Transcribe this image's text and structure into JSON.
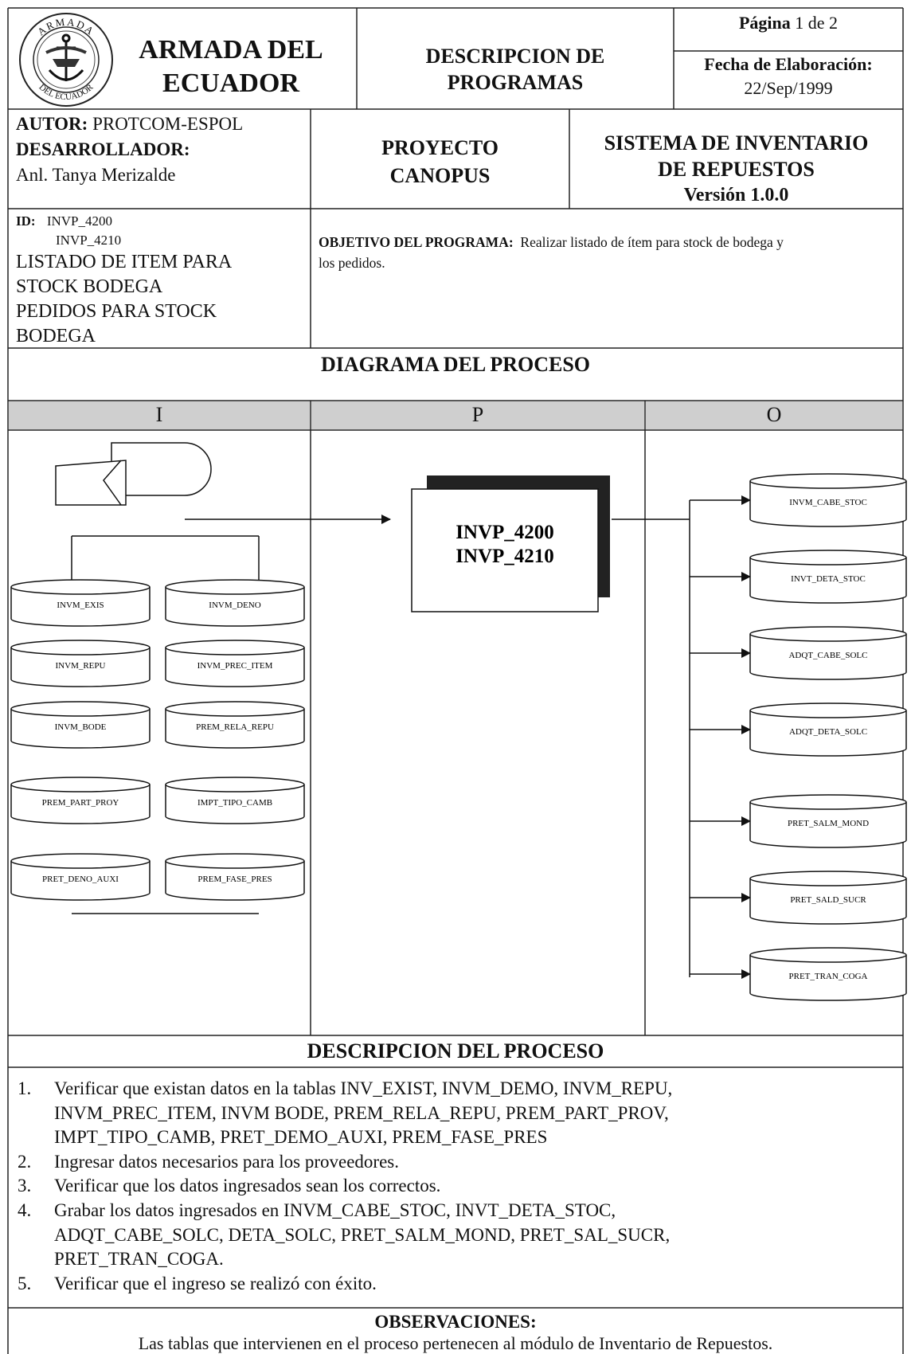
{
  "header": {
    "org_line1": "ARMADA DEL",
    "org_line2": "ECUADOR",
    "seal_top": "ARMADA",
    "seal_bottom": "DEL ECUADOR",
    "doc_type_line1": "DESCRIPCION DE",
    "doc_type_line2": "PROGRAMAS",
    "page_label": "Página",
    "page_value": "1 de 2",
    "date_label": "Fecha de Elaboración:",
    "date_value": "22/Sep/1999"
  },
  "authors": {
    "autor_label": "AUTOR:",
    "autor_value": "PROTCOM-ESPOL",
    "dev_label": "DESARROLLADOR:",
    "dev_value": "Anl. Tanya Merizalde",
    "project_line1": "PROYECTO",
    "project_line2": "CANOPUS",
    "system_line1": "SISTEMA DE INVENTARIO",
    "system_line2": "DE REPUESTOS",
    "version": "Versión 1.0.0"
  },
  "program": {
    "id_label": "ID:",
    "ids": [
      "INVP_4200",
      "INVP_4210"
    ],
    "name_lines": [
      "LISTADO DE ITEM PARA",
      "STOCK BODEGA",
      "PEDIDOS  PARA STOCK",
      "BODEGA"
    ],
    "objective_label": "OBJETIVO DEL PROGRAMA:",
    "objective_line1": "Realizar  listado de ítem para stock de bodega y",
    "objective_line2": "los pedidos."
  },
  "diagram": {
    "title": "DIAGRAMA DEL PROCESO",
    "col_i": "I",
    "col_p": "P",
    "col_o": "O",
    "program_ids": [
      "INVP_4200",
      "INVP_4210"
    ],
    "input_tables": [
      "INVM_EXIS",
      "INVM_DENO",
      "INVM_REPU",
      "INVM_PREC_ITEM",
      "INVM_BODE",
      "PREM_RELA_REPU",
      "PREM_PART_PROY",
      "IMPT_TIPO_CAMB",
      "PRET_DENO_AUXI",
      "PREM_FASE_PRES"
    ],
    "output_tables": [
      "INVM_CABE_STOC",
      "INVT_DETA_STOC",
      "ADQT_CABE_SOLC",
      "ADQT_DETA_SOLC",
      "PRET_SALM_MOND",
      "PRET_SALD_SUCR",
      "PRET_TRAN_COGA"
    ]
  },
  "description": {
    "title": "DESCRIPCION DEL PROCESO",
    "steps": [
      {
        "num": "1.",
        "lines": [
          "Verificar que existan datos en la tablas  INV_EXIST, INVM_DEMO, INVM_REPU,",
          "INVM_PREC_ITEM, INVM BODE, PREM_RELA_REPU, PREM_PART_PROV,",
          "IMPT_TIPO_CAMB, PRET_DEMO_AUXI, PREM_FASE_PRES"
        ]
      },
      {
        "num": "2.",
        "lines": [
          "Ingresar datos necesarios para los proveedores."
        ]
      },
      {
        "num": "3.",
        "lines": [
          "Verificar  que los datos ingresados sean los correctos."
        ]
      },
      {
        "num": "4.",
        "lines": [
          "Grabar los datos ingresados en INVM_CABE_STOC, INVT_DETA_STOC,",
          "ADQT_CABE_SOLC, DETA_SOLC, PRET_SALM_MOND, PRET_SAL_SUCR,",
          "PRET_TRAN_COGA."
        ]
      },
      {
        "num": "5.",
        "lines": [
          "Verificar que el ingreso se realizó con éxito."
        ]
      }
    ]
  },
  "observations": {
    "title": "OBSERVACIONES:",
    "text": "Las tablas que intervienen en el proceso pertenecen al módulo de  Inventario de Repuestos."
  }
}
